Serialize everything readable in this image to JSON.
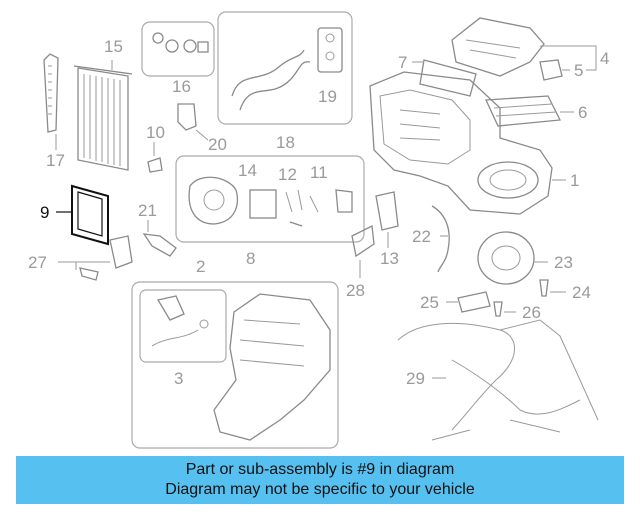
{
  "part_numbers": [
    "1",
    "2",
    "3",
    "4",
    "5",
    "6",
    "7",
    "8",
    "9",
    "10",
    "11",
    "12",
    "13",
    "14",
    "15",
    "16",
    "17",
    "18",
    "19",
    "20",
    "21",
    "22",
    "23",
    "24",
    "25",
    "26",
    "27",
    "28",
    "29"
  ],
  "highlighted_part": "9",
  "banner": {
    "line1": "Part or sub-assembly is #9 in diagram",
    "line2": "Diagram may not be specific to your vehicle"
  },
  "colors": {
    "banner_bg": "#56c1f0",
    "highlight": "#111111",
    "line_art": "#8a8a8a"
  }
}
